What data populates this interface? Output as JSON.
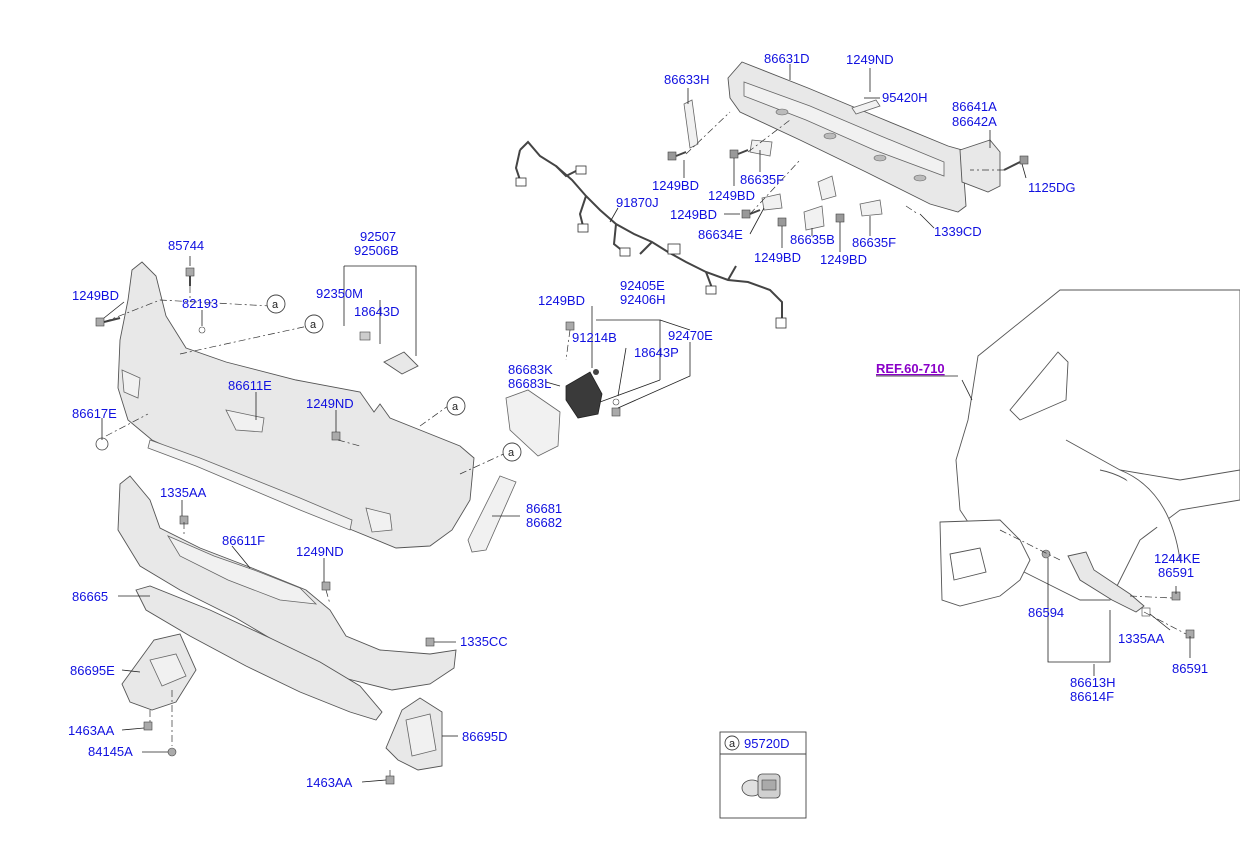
{
  "ref_label": "REF.60-710",
  "callout_letter": "a",
  "inset_part": "95720D",
  "labels": {
    "l86631D": "86631D",
    "l1249ND_top": "1249ND",
    "l86633H": "86633H",
    "l95420H": "95420H",
    "l86641A": "86641A",
    "l86642A": "86642A",
    "l1249BD_a": "1249BD",
    "l1249BD_b": "1249BD",
    "l86635F_a": "86635F",
    "l1125DG": "1125DG",
    "l91870J": "91870J",
    "l1249BD_c": "1249BD",
    "l86634E": "86634E",
    "l86635B": "86635B",
    "l86635F_b": "86635F",
    "l1339CD": "1339CD",
    "l1249BD_d": "1249BD",
    "l1249BD_e": "1249BD",
    "l92507": "92507",
    "l92506B": "92506B",
    "l85744": "85744",
    "l1249BD_left": "1249BD",
    "l82193": "82193",
    "l92350M": "92350M",
    "l18643D": "18643D",
    "l92405E": "92405E",
    "l92406H": "92406H",
    "l1249BD_mid": "1249BD",
    "l91214B": "91214B",
    "l92470E": "92470E",
    "l86683K": "86683K",
    "l86683L": "86683L",
    "l18643P": "18643P",
    "l86611E": "86611E",
    "l86617E": "86617E",
    "l1249ND_mid": "1249ND",
    "l1335AA_left": "1335AA",
    "l86681": "86681",
    "l86682": "86682",
    "l86611F": "86611F",
    "l1249ND_low": "1249ND",
    "l86665": "86665",
    "l1335CC": "1335CC",
    "l86695E": "86695E",
    "l1463AA_a": "1463AA",
    "l84145A": "84145A",
    "l86695D": "86695D",
    "l1463AA_b": "1463AA",
    "l1244KE": "1244KE",
    "l86591_a": "86591",
    "l86594": "86594",
    "l1335AA_right": "1335AA",
    "l86591_b": "86591",
    "l86613H": "86613H",
    "l86614F": "86614F"
  }
}
